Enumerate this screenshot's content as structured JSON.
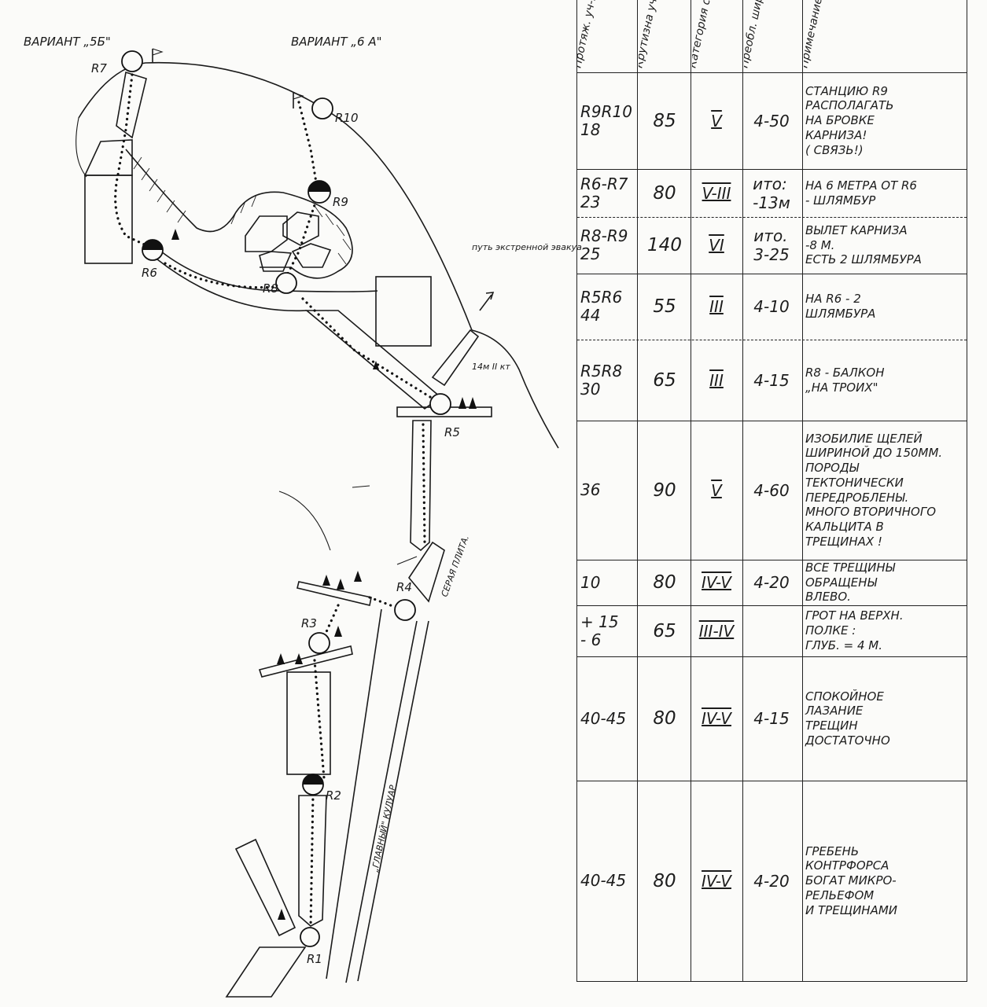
{
  "diagram": {
    "variant_5b": "ВАРИАНТ „5Б\"",
    "variant_6a": "ВАРИАНТ „6 А\"",
    "evacuation_note": "путь экстренной эвакуации",
    "main_couloir": "„ГЛАВНЫЙ\" КУЛУАР",
    "grey_slab": "СЕРАЯ ПЛИТА.",
    "segment_note": "14м II кт",
    "stations": [
      "R1",
      "R2",
      "R3",
      "R4",
      "R5",
      "R6",
      "R7",
      "R8",
      "R9",
      "R10"
    ]
  },
  "table": {
    "headers": [
      "Протяж. уч-ка (м)",
      "Крутизна уч-ка (°)",
      "Категория сложн.",
      "Преобл. ширина трещин",
      "Примечание"
    ],
    "rows": [
      {
        "segment": "R9R10\n18",
        "steepness": "85",
        "category": "V",
        "width": "4-50",
        "note": "Станцию R9\nрасполагать\nна бровке\nкарниза!\n( связь!)"
      },
      {
        "segment": "R6-R7\n23",
        "steepness": "80",
        "category": "V-III",
        "width": "ито:\n-13м",
        "note": "на 6 метра от R6\n- шлямбур"
      },
      {
        "segment": "R8-R9\n25",
        "steepness": "140",
        "category": "VI",
        "width": "ито.\n3-25",
        "note": "вылет карниза\n-8 м.\nЕсть 2 шлямбура"
      },
      {
        "segment": "R5R6\n44",
        "steepness": "55",
        "category": "III",
        "width": "4-10",
        "note": "на R6 - 2\nшлямбура"
      },
      {
        "segment": "R5R8\n30",
        "steepness": "65",
        "category": "III",
        "width": "4-15",
        "note": "R8 - балкон\n„на троих\""
      },
      {
        "segment": "36",
        "steepness": "90",
        "category": "V",
        "width": "4-60",
        "note": "изобилие щелей\nшириной до 150мм.\nпороды\nтектонически\nпередроблены.\nмного вторичного\nкальцита в\nтрещинах !"
      },
      {
        "segment": "10",
        "steepness": "80",
        "category": "IV-V",
        "width": "4-20",
        "note": "все трещины\nобращены\nвлево."
      },
      {
        "segment": "+ 15\n- 6",
        "steepness": "65",
        "category": "III-IV",
        "width": "",
        "note": "Грот на верхн.\nполке :\nглуб. = 4 м."
      },
      {
        "segment": "40-45",
        "steepness": "80",
        "category": "IV-V",
        "width": "4-15",
        "note": "Спокойное\nлазание\nтрещин\nдостаточно"
      },
      {
        "segment": "40-45",
        "steepness": "80",
        "category": "IV-V",
        "width": "4-20",
        "note": "Гребень\nконтрфорса\nбогат микро-\nрельефом\nи трещинами"
      }
    ]
  }
}
